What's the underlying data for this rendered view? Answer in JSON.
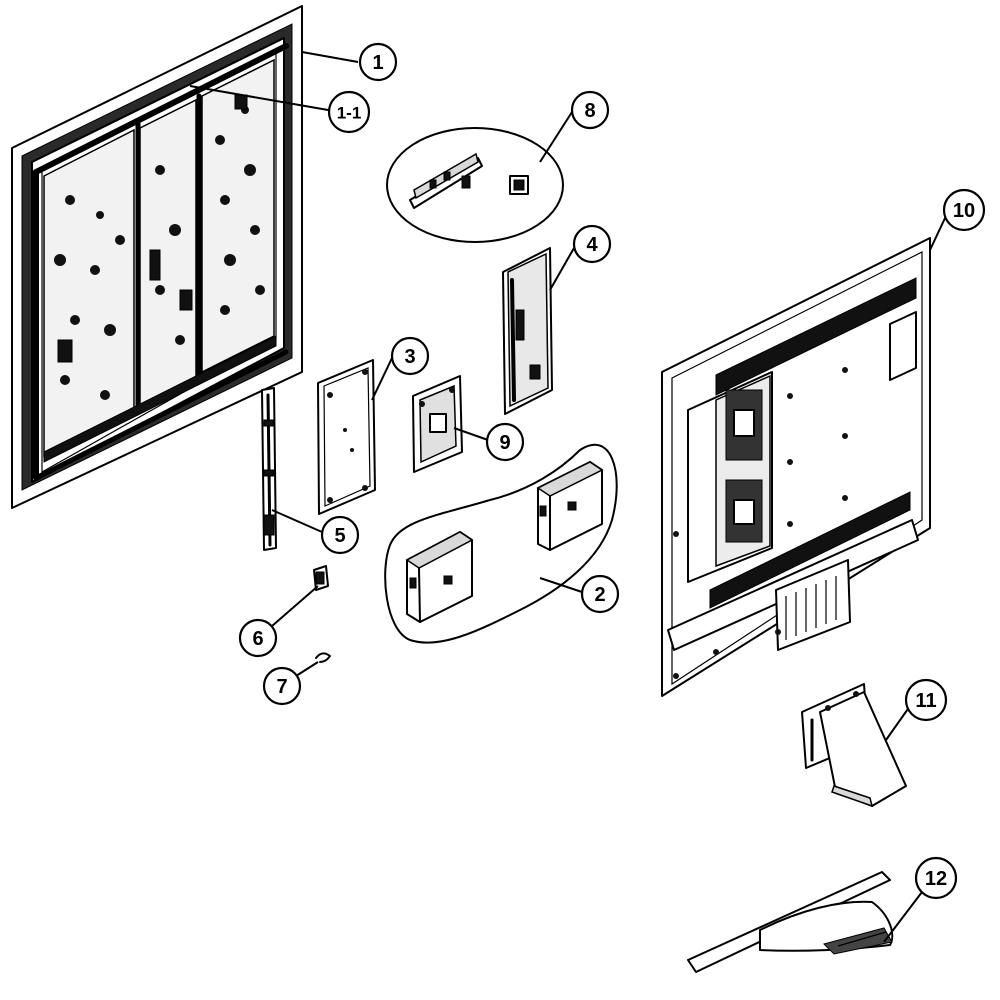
{
  "callouts": {
    "c1": "1",
    "c1_1": "1-1",
    "c2": "2",
    "c3": "3",
    "c4": "4",
    "c5": "5",
    "c6": "6",
    "c7": "7",
    "c8": "8",
    "c9": "9",
    "c10": "10",
    "c11": "11",
    "c12": "12"
  }
}
